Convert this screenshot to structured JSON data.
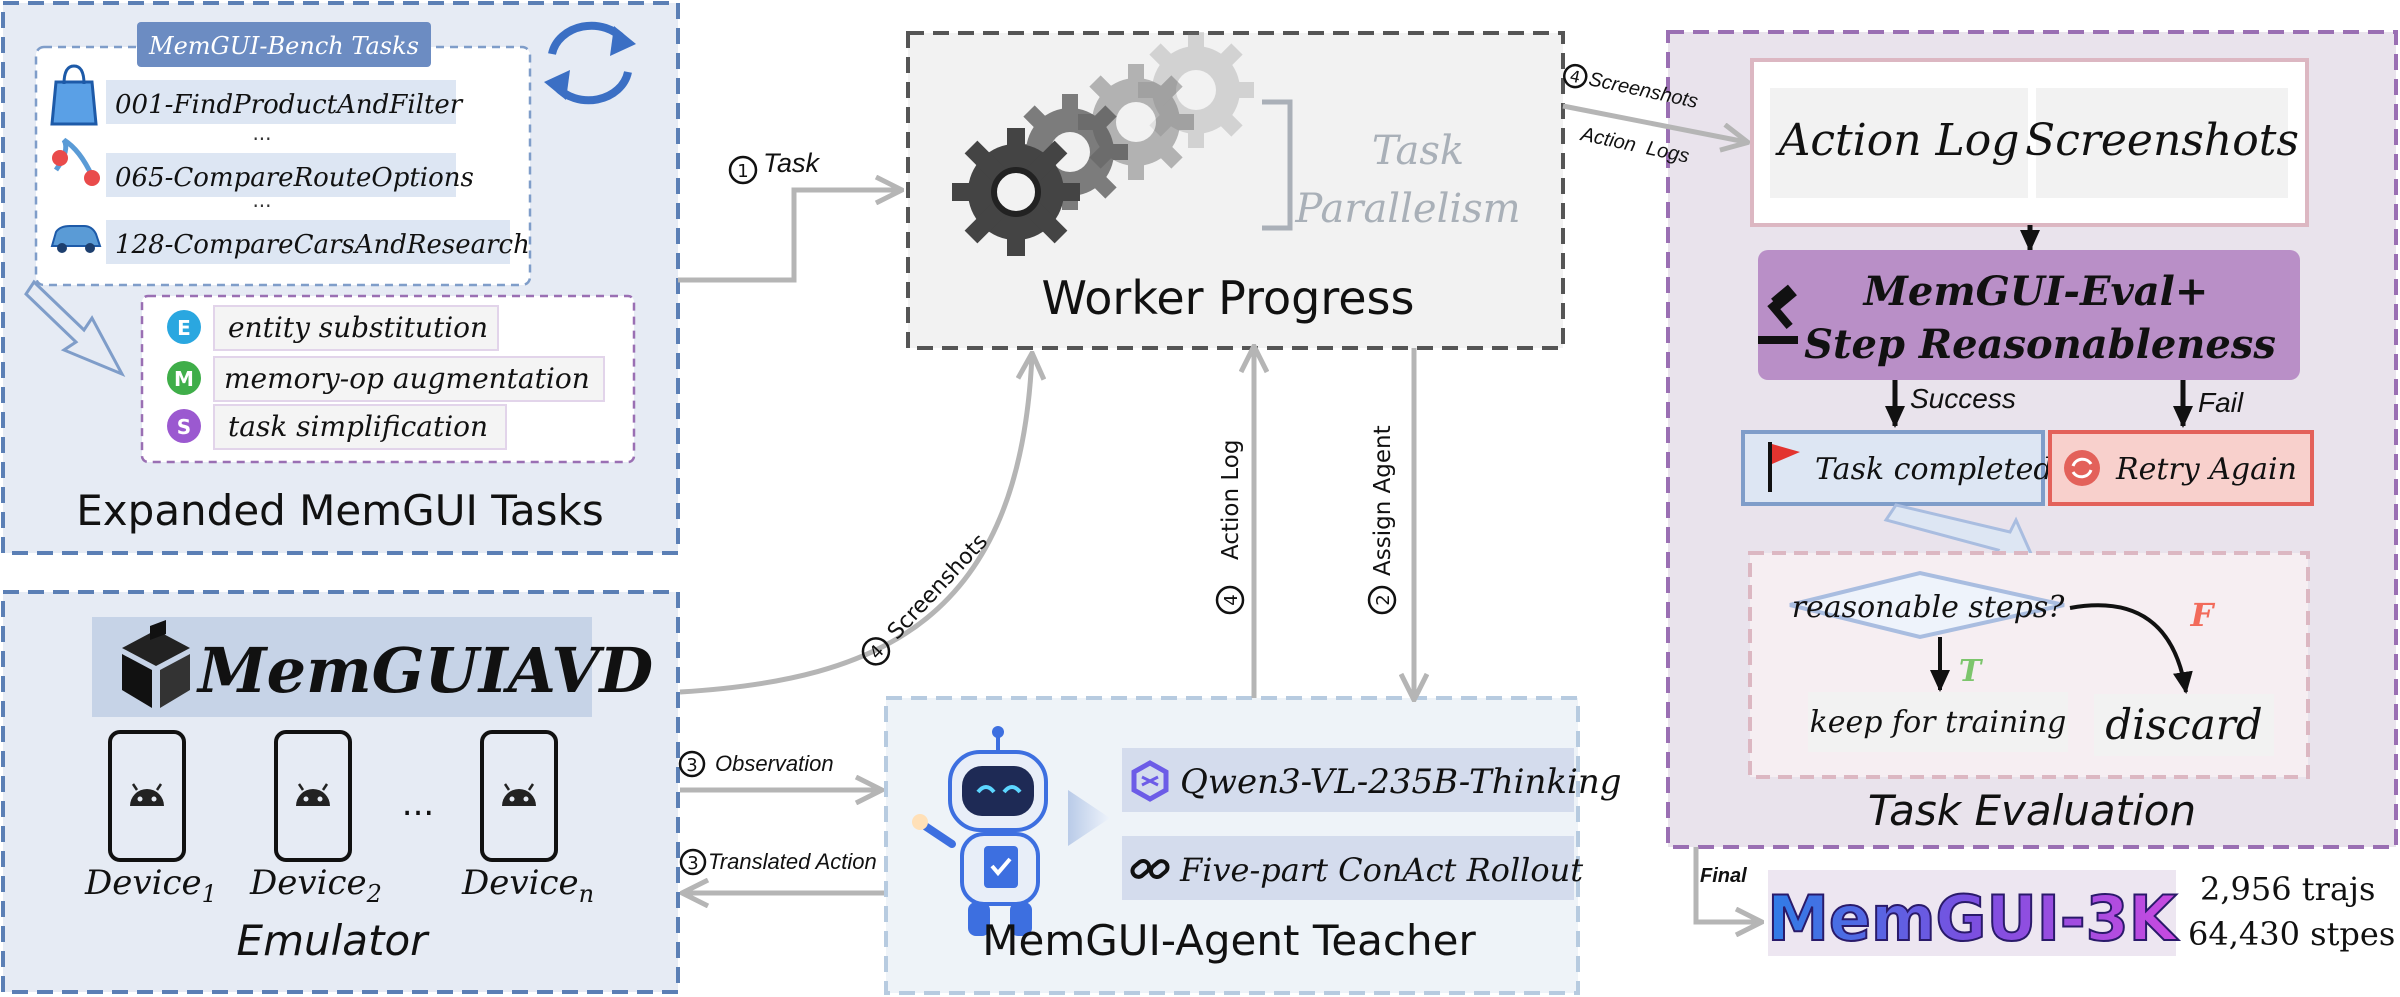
{
  "tasks_panel": {
    "header": "MemGUI-Bench Tasks",
    "items": [
      {
        "label": "001-FindProductAndFilter",
        "icon": "shopping-bag-icon"
      },
      {
        "label": "065-CompareRouteOptions",
        "icon": "route-map-icon"
      },
      {
        "label": "128-CompareCarsAndResearch",
        "icon": "car-icon"
      }
    ],
    "ellipsis": "...",
    "augmentations": [
      {
        "badge": "E",
        "label": "entity substitution",
        "color": "#2aa7e0"
      },
      {
        "badge": "M",
        "label": "memory-op augmentation",
        "color": "#3fae49"
      },
      {
        "badge": "S",
        "label": "task simplification",
        "color": "#9b59d0"
      }
    ],
    "caption": "Expanded MemGUI Tasks",
    "refresh_icon": "refresh-arrows-icon"
  },
  "worker": {
    "parallelism_line1": "Task",
    "parallelism_line2": "Parallelism",
    "caption": "Worker Progress",
    "icon": "gears-icon"
  },
  "emulator": {
    "brand": "MemGUIAVD",
    "devices": [
      {
        "label": "Device",
        "sub": "1"
      },
      {
        "label": "Device",
        "sub": "2"
      },
      {
        "label": "Device",
        "sub": "n"
      }
    ],
    "ellipsis": "...",
    "caption": "Emulator",
    "icon": "cube-icon"
  },
  "teacher": {
    "models": [
      "Qwen3-VL-235B-Thinking",
      "Five-part ConAct Rollout"
    ],
    "caption": "MemGUI-Agent Teacher",
    "icon": "robot-icon"
  },
  "evaluation": {
    "log_label": "Action Log",
    "screens_label": "Screenshots",
    "eval_line1": "MemGUI-Eval+",
    "eval_line2": "Step Reasonableness",
    "success_label": "Success",
    "fail_label": "Fail",
    "completed_label": "Task completed",
    "retry_label": "Retry Again",
    "question": "reasonable steps?",
    "t_label": "T",
    "f_label": "F",
    "keep_label": "keep for training",
    "discard_label": "discard",
    "caption": "Task Evaluation"
  },
  "arrows": {
    "task": {
      "num": "1",
      "text": "Task"
    },
    "assign": {
      "num": "2",
      "text": "Assign Agent"
    },
    "observation": {
      "num": "3",
      "text": "Observation"
    },
    "translated": {
      "num": "3",
      "text": "Translated Action"
    },
    "screenshots_emu": {
      "num": "4",
      "text": "Screenshots"
    },
    "action_log": {
      "num": "4",
      "text": "Action Log"
    },
    "to_eval_line1": {
      "num": "4",
      "text": "Screenshots"
    },
    "to_eval_line2": "Action  Logs",
    "final": "Final"
  },
  "output": {
    "name": "MemGUI-3K",
    "trajs": "2,956 trajs",
    "steps": "64,430 stpes"
  },
  "colors": {
    "blue_border": "#5b7fb5",
    "purple_border": "#9a6fb3",
    "eval_fill": "#b98fc7",
    "arrow_gray": "#b3b3b3"
  }
}
